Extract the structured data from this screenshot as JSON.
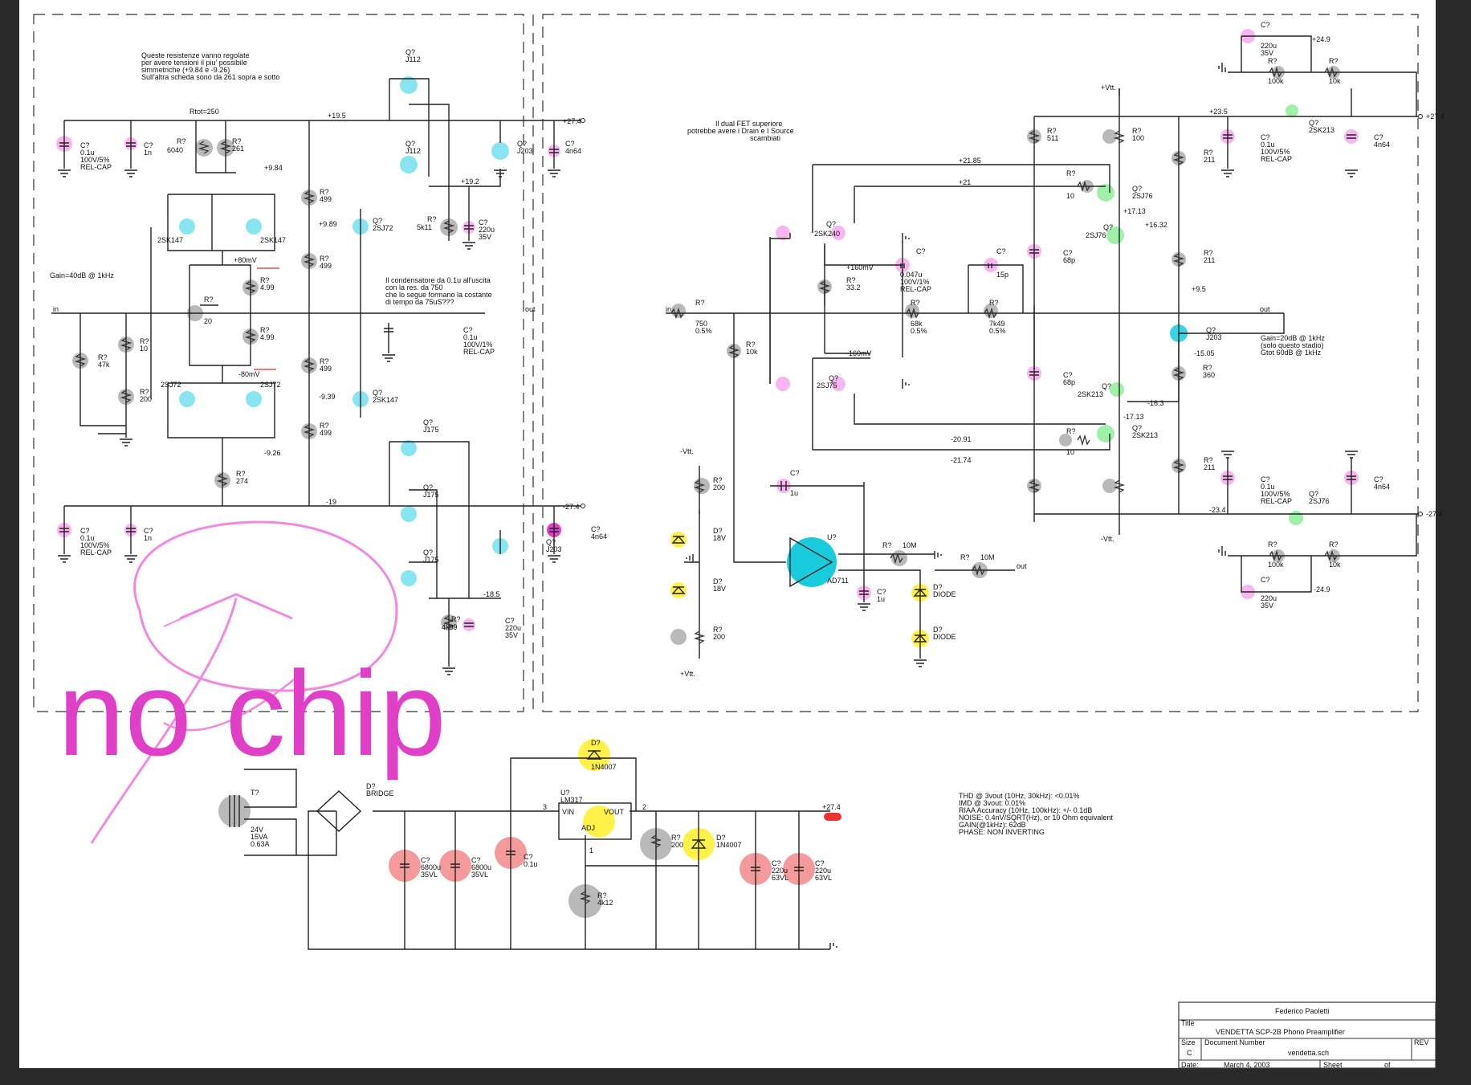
{
  "left_stage": {
    "note_resistors": [
      "Queste resistenze vanno regolate",
      "per avere tensioni il piu' possibile",
      "simmetriche (+9.84 e -9.26)",
      "Sull'altra scheda sono da 261 sopra e sotto"
    ],
    "rtot": "Rtot=250",
    "gain": "Gain=40dB @ 1kHz",
    "in": "in",
    "out": "out",
    "rails": {
      "pos": "+27.4",
      "neg": "-27.4",
      "v195": "+19.5",
      "v19n": "-19",
      "v192": "+19.2",
      "v185n": "-18.5",
      "v984": "+9.84",
      "v989": "+9.89",
      "v80": "+80mV",
      "v80n": "-80mV",
      "v939n": "-9.39",
      "v926n": "-9.26"
    },
    "cap_note": [
      "Il condensatore da 0.1u all'uscita",
      "con la res. da 750",
      "che lo segue formano la costante",
      "di tempo da 75uS???"
    ],
    "parts": [
      {
        "ref": "C?",
        "val": "0.1u",
        "extra": "100V/5%",
        "extra2": "REL-CAP"
      },
      {
        "ref": "C?",
        "val": "1n"
      },
      {
        "ref": "R?",
        "val": "6040"
      },
      {
        "ref": "R?",
        "val": "261"
      },
      {
        "ref": "Q?",
        "val": "J112"
      },
      {
        "ref": "Q?",
        "val": "J112"
      },
      {
        "ref": "Q?",
        "val": "J203"
      },
      {
        "ref": "C?",
        "val": "4n64"
      },
      {
        "ref": "R?",
        "val": "5k11"
      },
      {
        "ref": "C?",
        "val": "220u",
        "extra": "35V"
      },
      {
        "ref": "R?",
        "val": "499"
      },
      {
        "ref": "Q?",
        "val": "2SJ72"
      },
      {
        "ref": "Q?",
        "val": "2SK147"
      },
      {
        "ref": "R?",
        "val": "4.99"
      },
      {
        "ref": "R?",
        "val": "20"
      },
      {
        "ref": "R?",
        "val": "10"
      },
      {
        "ref": "R?",
        "val": "47k"
      },
      {
        "ref": "R?",
        "val": "200"
      },
      {
        "ref": "R?",
        "val": "274"
      },
      {
        "ref": "Q?",
        "val": "J175"
      },
      {
        "ref": "R?",
        "val": "4k99"
      },
      {
        "ref": "C?",
        "val": "0.1u",
        "extra": "100V/1%",
        "extra2": "REL-CAP"
      }
    ]
  },
  "right_stage": {
    "note_fet": [
      "Il dual FET superiore",
      "potrebbe avere i Drain e I Source",
      "scambiati"
    ],
    "vpos": "+Vtt.",
    "vneg": "-Vtt.",
    "in": "in",
    "out": "out",
    "out2": "out",
    "gain": [
      "Gain=20dB @ 1kHz",
      "(solo questo stadio)",
      "Gtot 60dB @ 1kHz"
    ],
    "rails": {
      "pos": "+27.4",
      "neg": "-27.4",
      "v249": "+24.9",
      "v249n": "-24.9",
      "v235": "+23.5",
      "v234n": "-23.4",
      "v2185": "+21.85",
      "v21": "+21",
      "v1713": "+17.13",
      "v1632": "+16.32",
      "v160": "+160mV",
      "v160n": "-160mV",
      "v95": "+9.5",
      "v1505n": "-15.05",
      "v163n": "-16.3",
      "v1713n": "-17.13",
      "v2091n": "-20.91",
      "v2174n": "-21.74"
    },
    "parts": [
      {
        "ref": "R?",
        "val": "511"
      },
      {
        "ref": "R?",
        "val": "100"
      },
      {
        "ref": "R?",
        "val": "211"
      },
      {
        "ref": "Q?",
        "val": "2SJ76"
      },
      {
        "ref": "Q?",
        "val": "2SK213"
      },
      {
        "ref": "Q?",
        "val": "2SK240"
      },
      {
        "ref": "Q?",
        "val": "2SJ75"
      },
      {
        "ref": "Q?",
        "val": "J203"
      },
      {
        "ref": "R?",
        "val": "360"
      },
      {
        "ref": "C?",
        "val": "68p"
      },
      {
        "ref": "C?",
        "val": "0.047u",
        "extra": "100V/1%",
        "extra2": "REL-CAP"
      },
      {
        "ref": "C?",
        "val": "15p"
      },
      {
        "ref": "R?",
        "val": "68k",
        "extra": "0.5%"
      },
      {
        "ref": "R?",
        "val": "7k49",
        "extra": "0.5%"
      },
      {
        "ref": "R?",
        "val": "750",
        "extra": "0.5%"
      },
      {
        "ref": "R?",
        "val": "33.2"
      },
      {
        "ref": "R?",
        "val": "10k"
      },
      {
        "ref": "R?",
        "val": "10"
      },
      {
        "ref": "U?",
        "val": "AD711"
      },
      {
        "ref": "R?",
        "val": "10M"
      },
      {
        "ref": "D?",
        "val": "DIODE"
      },
      {
        "ref": "D?",
        "val": "18V"
      },
      {
        "ref": "C?",
        "val": "1u"
      },
      {
        "ref": "R?",
        "val": "200"
      },
      {
        "ref": "R?",
        "val": "100k"
      },
      {
        "ref": "R?",
        "val": "10k"
      },
      {
        "ref": "C?",
        "val": "220u",
        "extra": "35V"
      },
      {
        "ref": "C?",
        "val": "0.1u",
        "extra": "100V/5%",
        "extra2": "REL-CAP"
      },
      {
        "ref": "C?",
        "val": "4n64"
      }
    ]
  },
  "psu": {
    "t_ref": "T?",
    "t_val": [
      "24V",
      "15VA",
      "0.63A"
    ],
    "bridge": [
      "D?",
      "BRIDGE"
    ],
    "u_ref": "U?",
    "u_val": "LM317",
    "vin": "VIN",
    "vout": "VOUT",
    "adj": "ADJ",
    "pin3": "3",
    "pin2": "2",
    "pin1": "1",
    "d_top": [
      "D?",
      "1N4007"
    ],
    "d_right": [
      "D?",
      "1N4007"
    ],
    "r200": [
      "R?",
      "200"
    ],
    "r4k12": [
      "R?",
      "4k12"
    ],
    "out": "+27.4",
    "caps": [
      {
        "ref": "C?",
        "val": "6800u",
        "extra": "35VL"
      },
      {
        "ref": "C?",
        "val": "6800u",
        "extra": "35VL"
      },
      {
        "ref": "C?",
        "val": "0.1u"
      },
      {
        "ref": "C?",
        "val": "220u",
        "extra": "63VL"
      },
      {
        "ref": "C?",
        "val": "220u",
        "extra": "63VL"
      }
    ]
  },
  "specs": [
    "THD @ 3vout (10Hz, 30kHz): <0.01%",
    "IMD @ 3vout: 0.01%",
    "RIAA Accuracy (10Hz, 100kHz): +/- 0.1dB",
    "NOISE: 0.4nV/SQRT(Hz), or 10 Ohm equivalent",
    "GAIN(@1kHz): 62dB",
    "PHASE: NON INVERTING"
  ],
  "annotation": {
    "text": "no chip",
    "color": "#e040c8"
  },
  "title_block": {
    "author": "Federico Paoletti",
    "title_label": "Title",
    "title": "VENDETTA SCP-2B Phono Preamplifier",
    "size_label": "Size",
    "size": "C",
    "docnum_label": "Document Number",
    "docnum": "vendetta.sch",
    "rev_label": "REV",
    "date_label": "Date:",
    "date": "March 4, 2003",
    "sheet_label": "Sheet",
    "of_label": "of"
  },
  "highlight_colors": {
    "pink": "#f7b6ef",
    "gray": "#b9b9b9",
    "cyan": "#39d4e6",
    "green": "#9ff0a9",
    "yellow": "#fff04a",
    "red": "#f49a9a",
    "magenta": "#e040c8"
  }
}
